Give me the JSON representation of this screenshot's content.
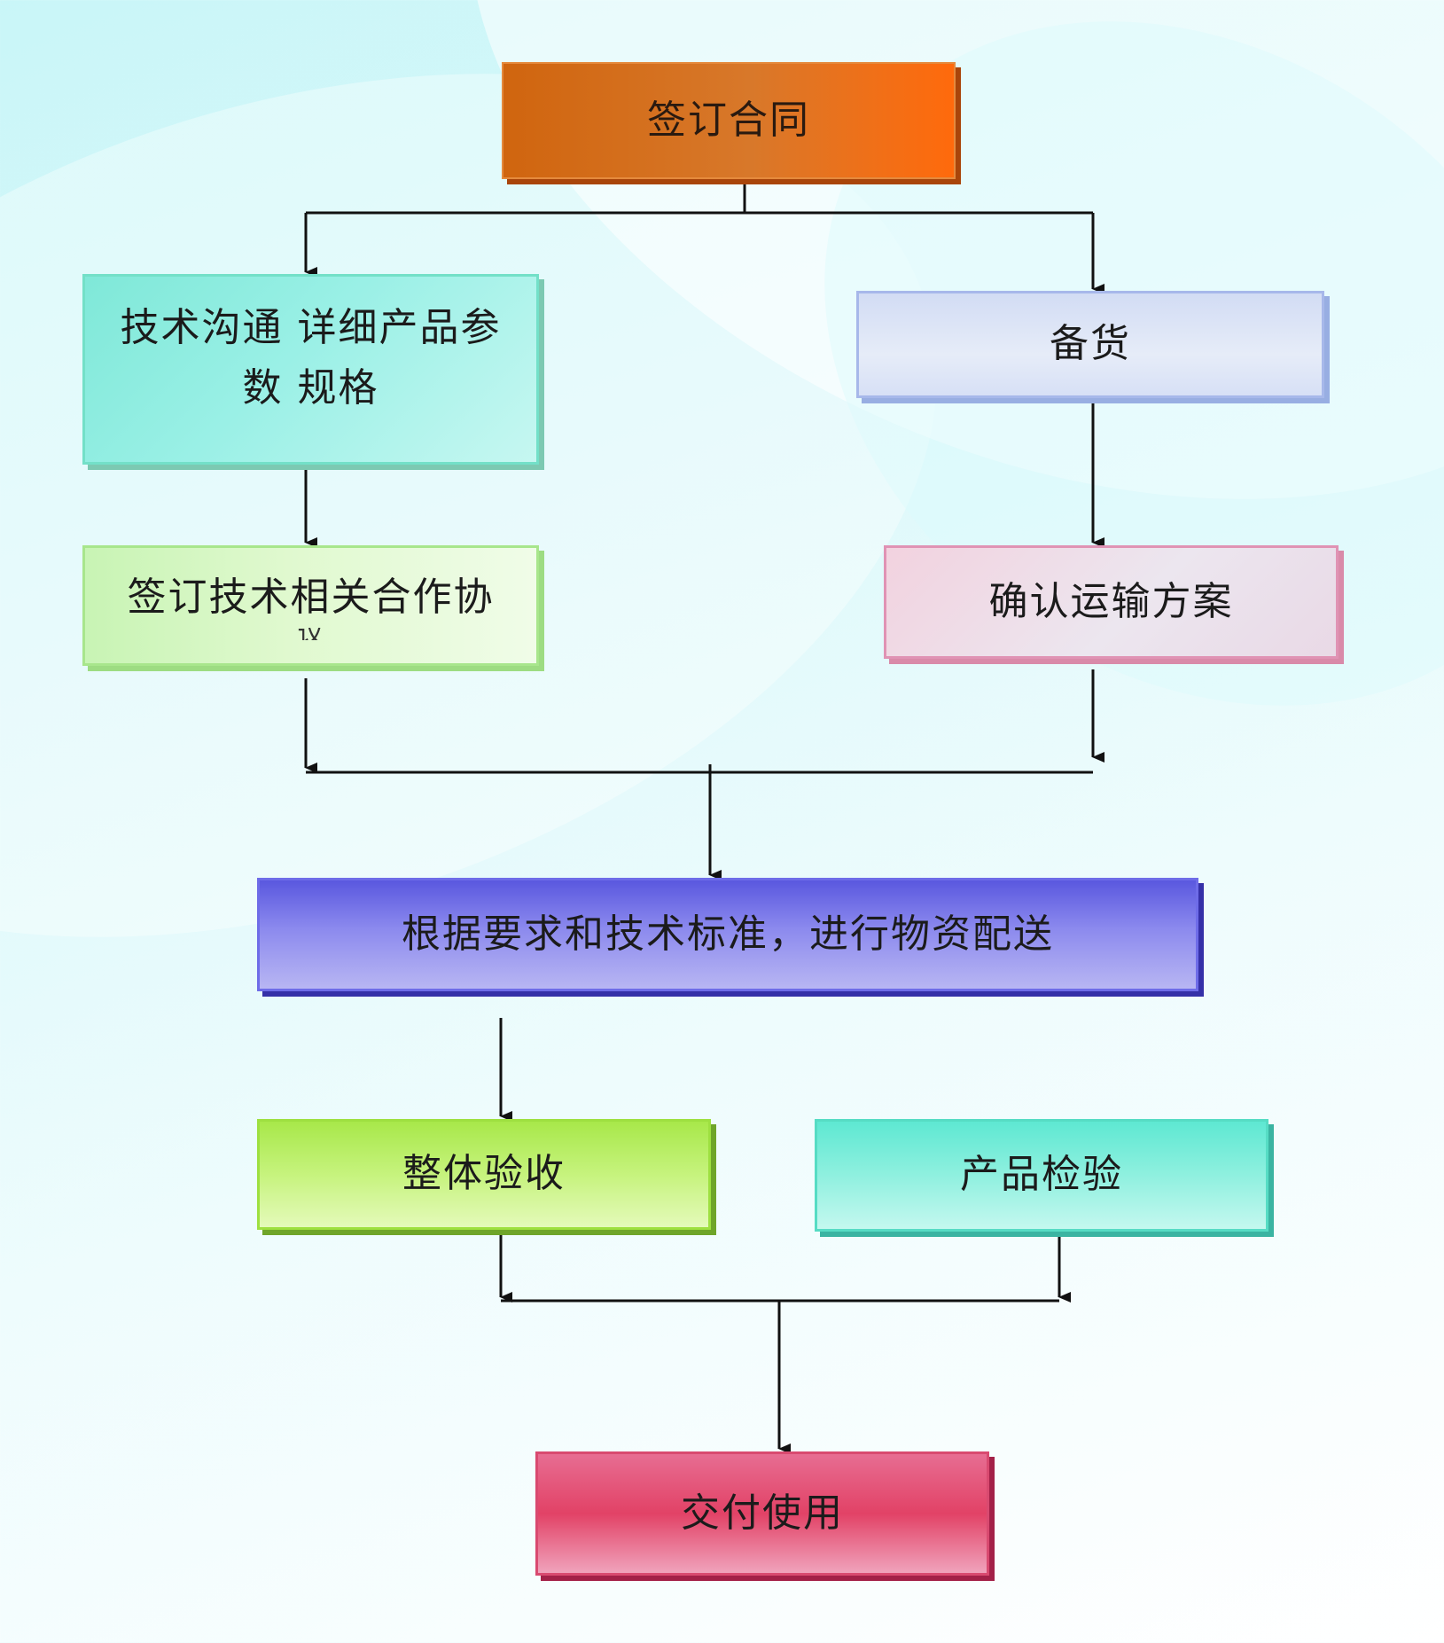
{
  "flowchart": {
    "nodes": {
      "sign_contract": "签订合同",
      "tech_comm": [
        "技术沟通  详细产品参",
        "数  规格"
      ],
      "stock_prep": "备货",
      "tech_agreement": [
        "签订技术相关合作协",
        "议"
      ],
      "transport_plan": "确认运输方案",
      "delivery": "根据要求和技术标准，进行物资配送",
      "acceptance": "整体验收",
      "inspection": "产品检验",
      "handover": "交付使用"
    },
    "edges": [
      [
        "签订合同",
        "技术沟通  详细产品参数  规格"
      ],
      [
        "签订合同",
        "备货"
      ],
      [
        "技术沟通  详细产品参数  规格",
        "签订技术相关合作协议"
      ],
      [
        "备货",
        "确认运输方案"
      ],
      [
        "签订技术相关合作协议",
        "根据要求和技术标准，进行物资配送"
      ],
      [
        "确认运输方案",
        "根据要求和技术标准，进行物资配送"
      ],
      [
        "根据要求和技术标准，进行物资配送",
        "整体验收"
      ],
      [
        "整体验收",
        "交付使用"
      ],
      [
        "产品检验",
        "交付使用"
      ]
    ]
  },
  "colors": {
    "sign_contract": "#d8782a",
    "tech_comm": "#9af0e6",
    "stock_prep": "#e6ecf8",
    "tech_agreement": "#e0f9cf",
    "transport_plan": "#ece6ef",
    "delivery": "#8c8aee",
    "acceptance": "#c6f37d",
    "inspection": "#8ff0df",
    "handover": "#e24266",
    "connector": "#111111"
  }
}
